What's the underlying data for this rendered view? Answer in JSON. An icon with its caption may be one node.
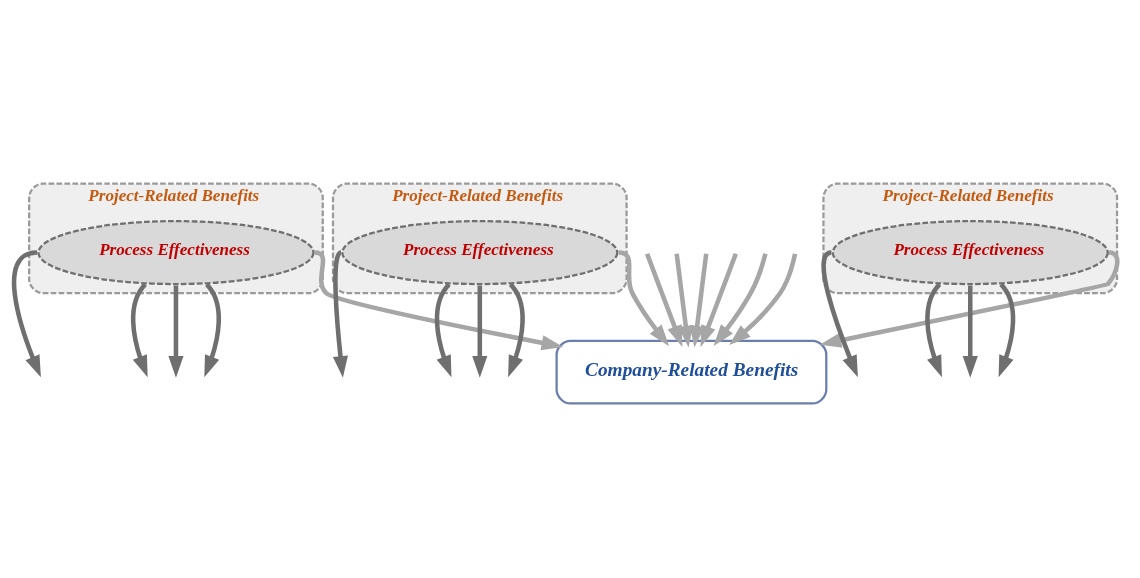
{
  "diagram": {
    "nodes": [
      {
        "text": [
          "Project-Related Benefits"
        ]
      },
      {
        "text": [
          "Process Effectiveness"
        ],
        "in": 0
      },
      {
        "text": [
          "Project-Related Benefits"
        ]
      },
      {
        "text": [
          "Process Effectiveness"
        ],
        "in": 2
      },
      {
        "text": [
          "Project-Related Benefits"
        ]
      },
      {
        "text": [
          "Process Effectiveness"
        ],
        "in": 4
      },
      {
        "text": [
          "Company-Related Benefits"
        ]
      }
    ],
    "edges": [
      {
        "from": 1,
        "to": null,
        "arrow": "to"
      },
      {
        "from": 1,
        "to": null,
        "arrow": "to"
      },
      {
        "from": 1,
        "to": null,
        "arrow": "to"
      },
      {
        "from": 1,
        "to": null,
        "arrow": "to"
      },
      {
        "from": 1,
        "to": 6,
        "arrow": "to",
        "color": "#a6a6a6"
      },
      {
        "from": 3,
        "to": null,
        "arrow": "to"
      },
      {
        "from": 3,
        "to": null,
        "arrow": "to"
      },
      {
        "from": 3,
        "to": null,
        "arrow": "to"
      },
      {
        "from": 3,
        "to": null,
        "arrow": "to"
      },
      {
        "from": 3,
        "to": 6,
        "arrow": "to",
        "color": "#a6a6a6"
      },
      {
        "from": 5,
        "to": null,
        "arrow": "to"
      },
      {
        "from": 5,
        "to": null,
        "arrow": "to"
      },
      {
        "from": 5,
        "to": null,
        "arrow": "to"
      },
      {
        "from": 5,
        "to": null,
        "arrow": "to"
      },
      {
        "from": 5,
        "to": 6,
        "arrow": "to",
        "color": "#a6a6a6"
      },
      {
        "from": null,
        "to": 6,
        "arrow": "to",
        "color": "#a6a6a6"
      },
      {
        "from": null,
        "to": 6,
        "arrow": "to",
        "color": "#a6a6a6"
      },
      {
        "from": null,
        "to": 6,
        "arrow": "to",
        "color": "#a6a6a6"
      },
      {
        "from": null,
        "to": 6,
        "arrow": "to",
        "color": "#a6a6a6"
      },
      {
        "from": null,
        "to": 6,
        "arrow": "to",
        "color": "#a6a6a6"
      },
      {
        "from": null,
        "to": 6,
        "arrow": "to",
        "color": "#a6a6a6"
      }
    ]
  }
}
